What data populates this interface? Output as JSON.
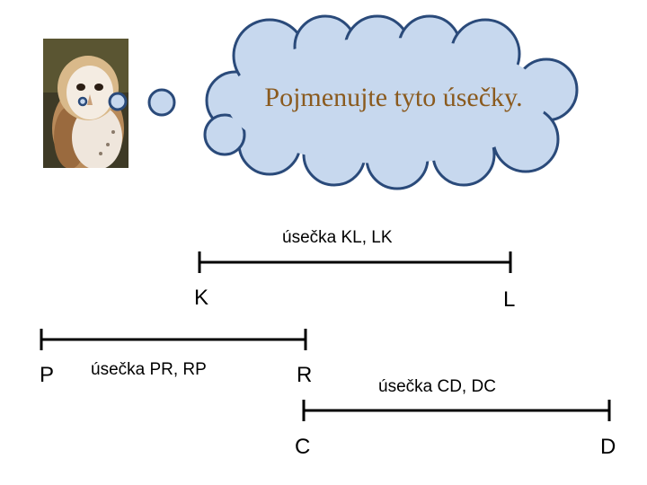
{
  "bubble": {
    "prompt": "Pojmenujte tyto úsečky."
  },
  "segments": [
    {
      "id": "kl",
      "caption": "úsečka  KL, LK",
      "start": "K",
      "end": "L"
    },
    {
      "id": "pr",
      "caption": "úsečka  PR, RP",
      "start": "P",
      "end": "R"
    },
    {
      "id": "cd",
      "caption": "úsečka  CD, DC",
      "start": "C",
      "end": "D"
    }
  ],
  "colors": {
    "cloud_fill": "#c7d8ee",
    "cloud_stroke": "#2a4a7a",
    "prompt_text": "#8a5a1e",
    "segment_line": "#000000"
  },
  "icons": {
    "owl": "barn-owl-photo"
  }
}
